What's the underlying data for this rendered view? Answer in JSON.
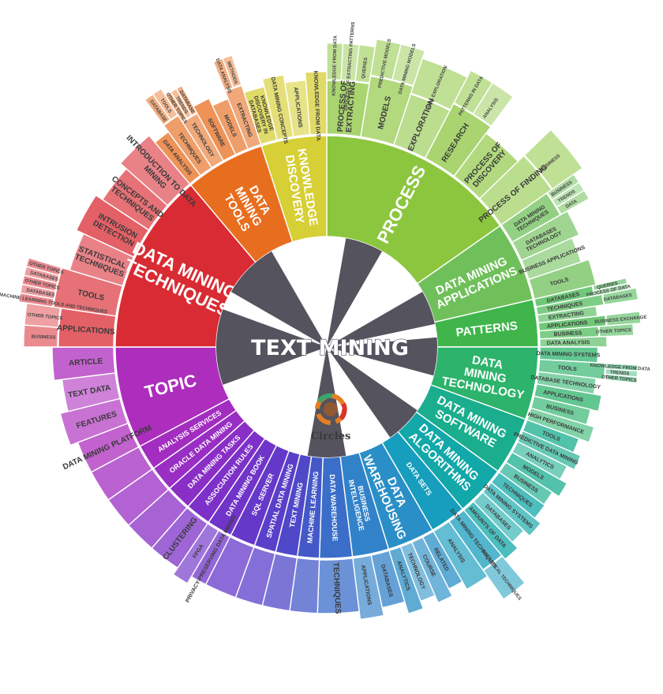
{
  "center": {
    "title": "TEXT MINING"
  },
  "logo": {
    "text": "Circles"
  },
  "categories": [
    {
      "name": "PROCESS",
      "color": "#8cc63f",
      "sub": [
        {
          "label": "PROCESS OF\nEXTRACTING",
          "items": [
            "KNOWLEDGE FROM DATA",
            "PROCESS OF EXTRACTING PATTERNS",
            "QUERIES"
          ]
        },
        {
          "label": "MODELS",
          "items": [
            "PREDICTIVE MODELS",
            "DATA MINING MODELS"
          ]
        },
        {
          "label": "EXPLORATION",
          "items": [
            "DATA EXPLORATION"
          ]
        },
        {
          "label": "RESEARCH",
          "items": [
            "PATTERNS IN DATA",
            "ANALYSIS"
          ]
        },
        {
          "label": "PROCESS OF\nDISCOVERY",
          "items": []
        },
        {
          "label": "PROCESS OF FINDING",
          "items": [
            "BUSINESS"
          ]
        }
      ]
    },
    {
      "name": "DATA MINING\nAPPLICATIONS",
      "color": "#6fc05a",
      "sub": [
        {
          "label": "DATA MINING\nTECHNIQUES",
          "items": [
            "BUSINESS",
            "TRENDS",
            "DATA"
          ]
        },
        {
          "label": "DATABASES\nTECHNOLOGY",
          "items": []
        },
        {
          "label": "BUSINESS APPLICATIONS",
          "items": []
        },
        {
          "label": "TOOLS",
          "items": []
        }
      ]
    },
    {
      "name": "PATTERNS",
      "color": "#3fb54b",
      "sub": [
        {
          "label": "DATABASES",
          "items": [
            "QUERIES",
            "PROCESS OF DATA"
          ]
        },
        {
          "label": "TECHNIQUES",
          "items": [
            "DATABASES"
          ]
        },
        {
          "label": "EXTRACTING",
          "items": []
        },
        {
          "label": "APPLICATIONS",
          "items": [
            "BUSINESS EXCHANGE"
          ]
        },
        {
          "label": "BUSINESS",
          "items": [
            "OTHER TOPICS"
          ]
        },
        {
          "label": "DATA ANALYSIS",
          "items": []
        }
      ]
    },
    {
      "name": "DATA\nMINING\nTECHNOLOGY",
      "color": "#2db36b",
      "sub": [
        {
          "label": "DATA MINING SYSTEMS",
          "items": []
        },
        {
          "label": "TOOLS",
          "items": [
            "KNOWLEDGE FROM DATA",
            "TRENDS",
            "OTHER TOPICS"
          ]
        },
        {
          "label": "DATABASE TECHNOLOGY",
          "items": []
        },
        {
          "label": "APPLICATIONS",
          "items": []
        },
        {
          "label": "BUSINESS",
          "items": []
        },
        {
          "label": "HIGH PERFORMANCE",
          "items": []
        }
      ]
    },
    {
      "name": "DATA MINING\nSOFTWARE",
      "color": "#1aad8e",
      "sub": [
        {
          "label": "TOOLS",
          "items": []
        },
        {
          "label": "PREDICTIVE DATA MINING",
          "items": []
        },
        {
          "label": "ANALYTICS",
          "items": []
        },
        {
          "label": "MODELS",
          "items": []
        },
        {
          "label": "BUSINESS",
          "items": []
        }
      ]
    },
    {
      "name": "DATA MINING\nALGORITHMS",
      "color": "#12a7a8",
      "sub": [
        {
          "label": "TECHNIQUES",
          "items": []
        },
        {
          "label": "DATA MINING SYSTEMS",
          "items": []
        },
        {
          "label": "DATABASES",
          "items": []
        },
        {
          "label": "AMOUNTS OF DATA",
          "items": []
        }
      ]
    },
    {
      "name": "DATA SETS",
      "color": "#179dbd",
      "sub": [
        {
          "label": "DATA MINING TECHNIQUES",
          "items": [
            "STATISTICAL TECHNIQUES"
          ]
        },
        {
          "label": "ANALYSIS",
          "items": []
        }
      ]
    },
    {
      "name": "DATA\nWAREHOUSING",
      "color": "#2a8fc6",
      "sub": [
        {
          "label": "RELATED",
          "items": []
        },
        {
          "label": "COURSE",
          "items": []
        },
        {
          "label": "TECHNOLOGY",
          "items": []
        },
        {
          "label": "ANALYTICS",
          "items": []
        }
      ]
    },
    {
      "name": "BUSINESS\nINTELLIGENCE",
      "color": "#3282c9",
      "sub": [
        {
          "label": "DATABASES",
          "items": []
        },
        {
          "label": "APPLICATIONS",
          "items": []
        }
      ]
    },
    {
      "name": "DATA WAREHOUSE",
      "color": "#3a6ec9",
      "sub": [
        {
          "label": "TECHNIQUES",
          "items": []
        }
      ]
    },
    {
      "name": "MACHINE LEARNING",
      "color": "#4459c8",
      "sub": []
    },
    {
      "name": "TEXT MINING",
      "color": "#4f48c8",
      "sub": []
    },
    {
      "name": "SPATIAL DATA MINING",
      "color": "#5a3fc9",
      "sub": []
    },
    {
      "name": "SQL SERVER",
      "color": "#6538c9",
      "sub": []
    },
    {
      "name": "DATA MINING BOOK",
      "color": "#7034c9",
      "sub": [
        {
          "label": "PRIVACY-PRESERVING DATA MINING",
          "items": []
        },
        {
          "label": "FPGA",
          "items": []
        }
      ]
    },
    {
      "name": "ASSOCIATION RULES",
      "color": "#7d31c8",
      "sub": [
        {
          "label": "CLUSTERING",
          "items": []
        }
      ]
    },
    {
      "name": "DATA MINING TASKS",
      "color": "#8a2fc6",
      "sub": []
    },
    {
      "name": "ORACLE DATA MINING",
      "color": "#982ec3",
      "sub": []
    },
    {
      "name": "ANALYSIS SERVICES",
      "color": "#a22dc0",
      "sub": []
    },
    {
      "name": "TOPIC",
      "color": "#ad2dbd",
      "sub": [
        {
          "label": "DATA MINING PLATFORM",
          "items": []
        },
        {
          "label": "FEATURES",
          "items": []
        },
        {
          "label": "TEXT DATA",
          "items": []
        },
        {
          "label": "ARTICLE",
          "items": []
        }
      ]
    },
    {
      "name": "DATA MINING\nTECHNIQUES",
      "color": "#d92b33",
      "sub": [
        {
          "label": "APPLICATIONS",
          "items": [
            "BUSINESS",
            "OTHER TOPICS"
          ]
        },
        {
          "label": "TOOLS",
          "items": [
            "PRACTICAL MACHINE LEARNING TOOLS AND TECHNIQUES",
            "DATABASES",
            "OTHER TOPICS",
            "DATABASES",
            "OTHER TOPICS"
          ]
        },
        {
          "label": "STATISTICAL\nTECHNIQUES",
          "items": []
        },
        {
          "label": "INTRUSION\nDETECTION",
          "items": []
        },
        {
          "label": "CONCEPTS AND\nTECHNIQUES",
          "items": []
        },
        {
          "label": "INTRODUCTION TO DATA\nMINING",
          "items": []
        }
      ]
    },
    {
      "name": "DATA\nMINING\nTOOLS",
      "color": "#e86e1f",
      "sub": [
        {
          "label": "DATA ANALYSIS",
          "items": []
        },
        {
          "label": "TECHNIQUES",
          "items": [
            "DATABASE",
            "TOOLS"
          ]
        },
        {
          "label": "TECHNOLOGY",
          "items": [
            "OTHER TOPICS",
            "TRENDS",
            "DATABASE"
          ]
        },
        {
          "label": "SOFTWARE",
          "items": []
        },
        {
          "label": "MODELS",
          "items": []
        },
        {
          "label": "EXTRACTING",
          "items": [
            "DATA ANALYSIS",
            "METHODS"
          ]
        }
      ]
    },
    {
      "name": "KNOWLEDGE\nDISCOVERY",
      "color": "#d6cf35",
      "sub": [
        {
          "label": "KNOWLEDGE\nDISCOVERY IN\nDATABASES",
          "items": []
        },
        {
          "label": "DATA MINING CONCEPTS",
          "items": []
        },
        {
          "label": "APPLICATIONS",
          "items": []
        },
        {
          "label": "KNOWLEDGE FROM DATA",
          "items": []
        }
      ]
    }
  ]
}
